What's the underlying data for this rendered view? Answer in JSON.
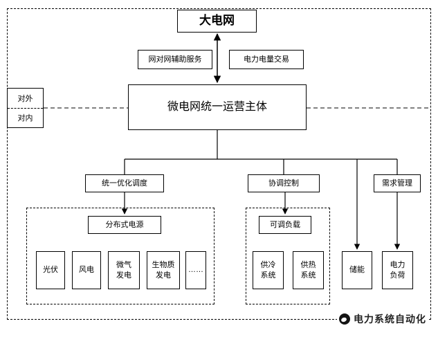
{
  "colors": {
    "line": "#000000",
    "background": "#ffffff",
    "text": "#000000"
  },
  "diagram": {
    "grid_label": "大电网",
    "service_left_label": "网对网辅助服务",
    "service_right_label": "电力电量交易",
    "main_label": "微电网统一运营主体",
    "boundary": {
      "outside": "对外",
      "inside": "对内"
    },
    "dispatch_label": "统一优化调度",
    "control_label": "协调控制",
    "demand_label": "需求管理",
    "distributed_label": "分布式电源",
    "sources": [
      "光伏",
      "风电",
      "微气\n发电",
      "生物质\n发电",
      "……"
    ],
    "adjustable_label": "可调负载",
    "cooling_label": "供冷\n系统",
    "heating_label": "供热\n系统",
    "storage_label": "储能",
    "load_label": "电力\n负荷",
    "brand_label": "电力系统自动化"
  }
}
